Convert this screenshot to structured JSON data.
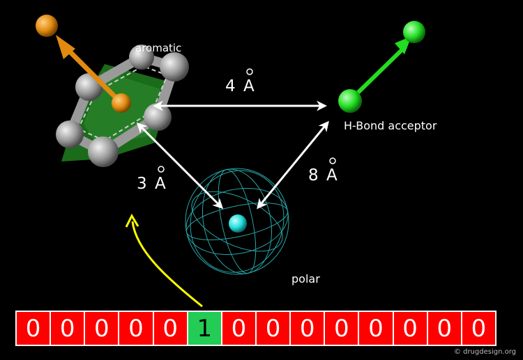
{
  "labels": {
    "aromatic": "aromatic",
    "hbond": "H-Bond acceptor",
    "polar": "polar",
    "dist_top": "4",
    "dist_left": "3",
    "dist_right": "8",
    "angstrom": "A",
    "credit": "© drugdesign.org"
  },
  "fingerprint": {
    "bits": [
      "0",
      "0",
      "0",
      "0",
      "0",
      "1",
      "0",
      "0",
      "0",
      "0",
      "0",
      "0",
      "0",
      "0"
    ],
    "on_color": "#22cc55",
    "off_color": "#ff0000",
    "on_text_color": "#000000",
    "off_text_color": "#ffffff"
  },
  "colors": {
    "orange": "#e08a10",
    "green": "#22dd22",
    "cyan": "#22dddd",
    "grey": "#aaaaaa",
    "yellow": "#ffff00",
    "ring_fill": "#1a6b1a"
  }
}
